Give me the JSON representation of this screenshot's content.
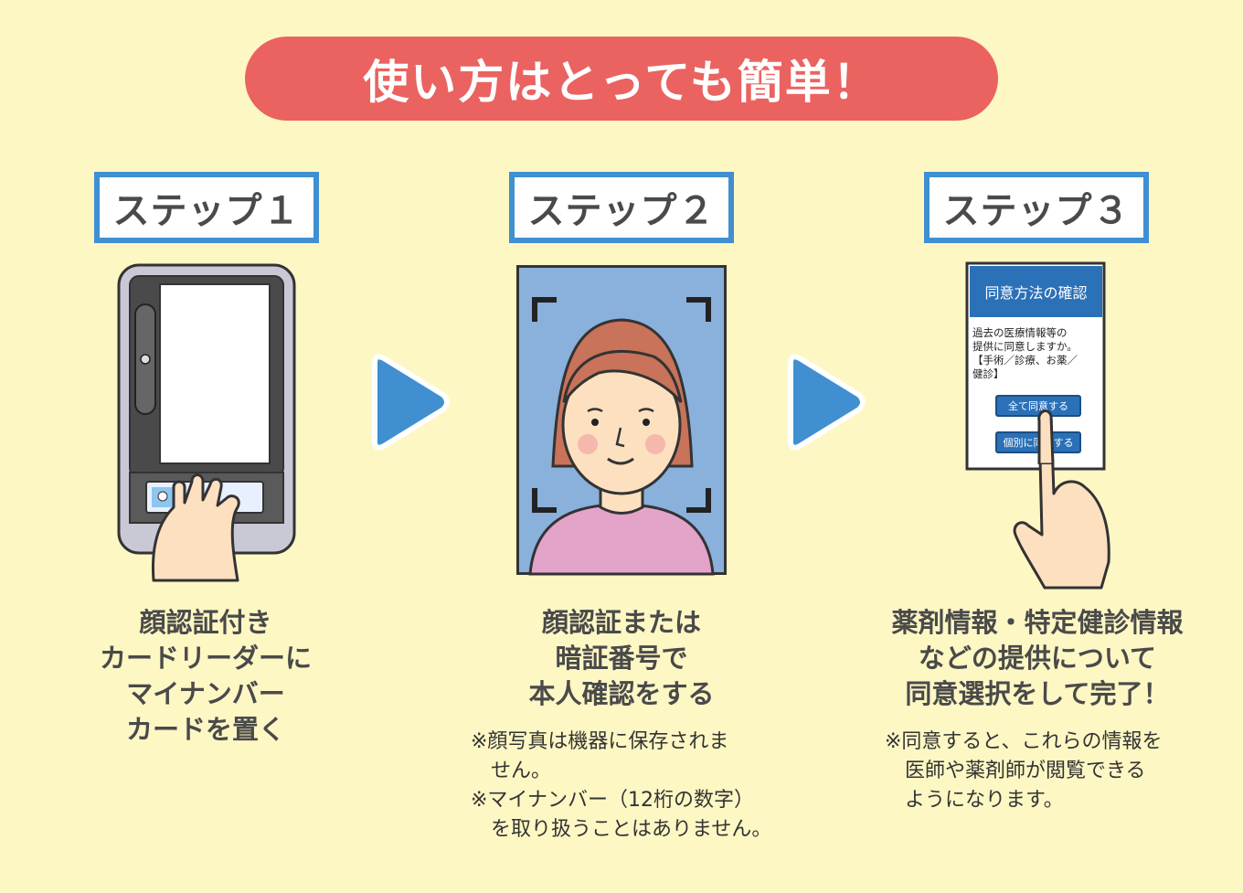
{
  "title": "使い方はとっても簡単！",
  "steps": [
    {
      "label": "ステップ１",
      "caption": "顔認証付き\nカードリーダーに\nマイナンバー\nカードを置く",
      "notes": []
    },
    {
      "label": "ステップ２",
      "caption": "顔認証または\n暗証番号で\n本人確認をする",
      "notes": [
        "※顔写真は機器に保存されま\nせん。",
        "※マイナンバー（12桁の数字）\nを取り扱うことはありません。"
      ]
    },
    {
      "label": "ステップ３",
      "caption": "薬剤情報・特定健診情報\nなどの提供について\n同意選択をして完了！",
      "notes": [
        "※同意すると、これらの情報を\n医師や薬剤師が閲覧できる\nようになります。"
      ]
    }
  ],
  "consent_screen": {
    "title": "同意方法の確認",
    "question": "過去の医療情報等の\n提供に同意しますか。\n【手術／診療、お薬／\n健診】",
    "button_all": "全て同意する",
    "button_each": "個別に同意する"
  },
  "colors": {
    "background": "#fdf7c4",
    "title_pill": "#ea6360",
    "step_border": "#3f8fd1",
    "arrow": "#3f8fd1"
  },
  "icons": [
    "card-reader-icon",
    "face-camera-icon",
    "consent-screen-icon",
    "next-arrow-icon"
  ]
}
